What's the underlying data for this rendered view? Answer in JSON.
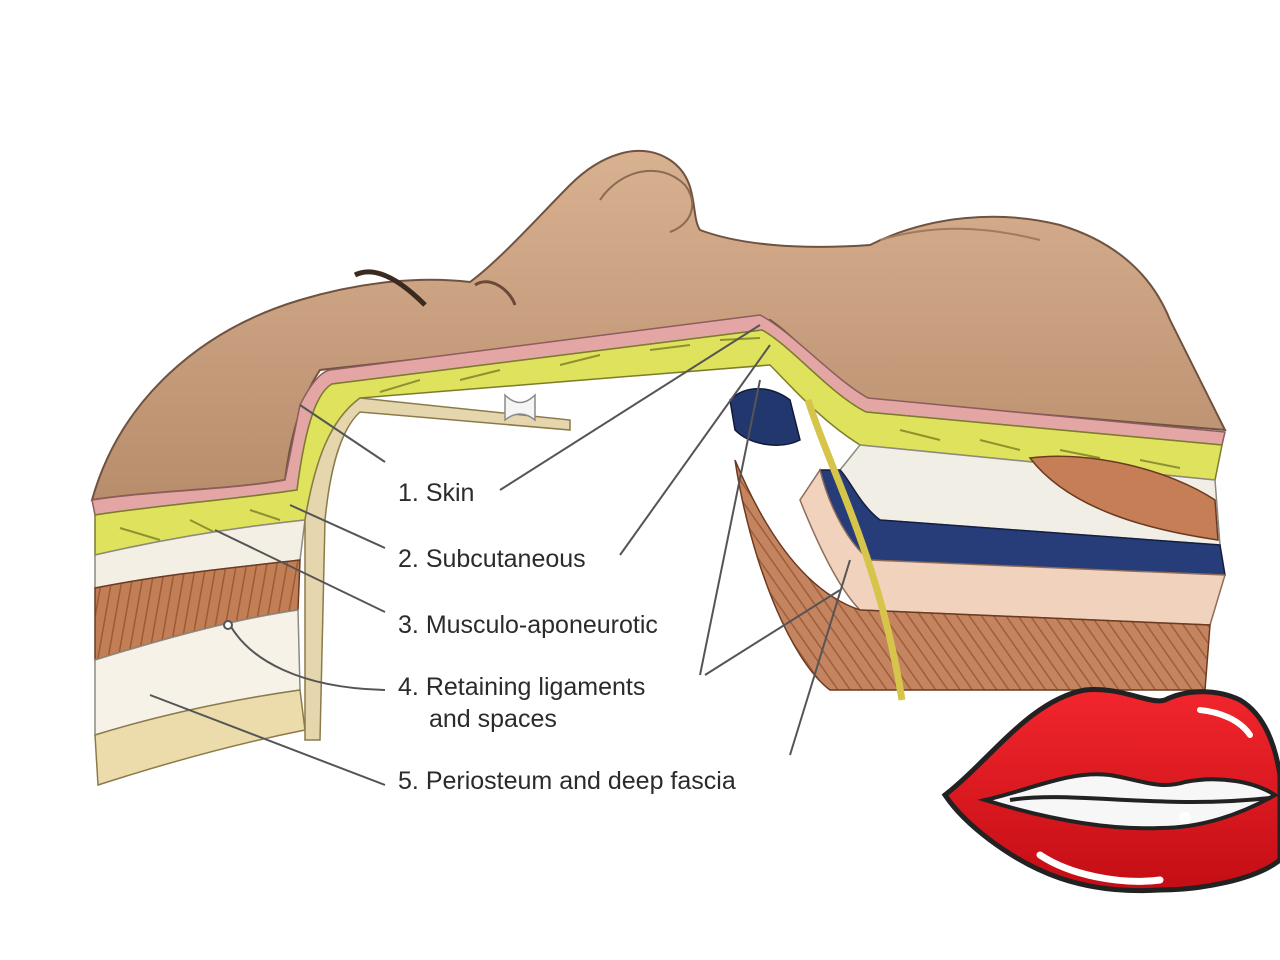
{
  "labels": [
    {
      "num": "1.",
      "text": "Skin"
    },
    {
      "num": "2.",
      "text": "Subcutaneous"
    },
    {
      "num": "3.",
      "text": "Musculo-aponeurotic"
    },
    {
      "num": "4.",
      "text": "Retaining ligaments",
      "text2": "and spaces"
    },
    {
      "num": "5.",
      "text": "Periosteum and deep fascia"
    }
  ],
  "colors": {
    "skin": "#cfa584",
    "skin_shade": "#b58a69",
    "dermis": "#e3a6a5",
    "fat": "#dfe25c",
    "fascia": "#f3efe5",
    "muscle": "#c27e55",
    "bone": "#ecdcab",
    "vessel": "#273d7a",
    "lips": "#e3141b",
    "leader": "#555555"
  },
  "icons": {
    "diagram": "facial-soft-tissue-layers-illustration",
    "sticker": "red-lips-sticker"
  }
}
